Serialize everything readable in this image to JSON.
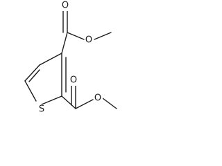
{
  "molecule": {
    "atoms": {
      "sulfur": "S",
      "oxygen_top_carbonyl": "O",
      "oxygen_top_ester": "O",
      "oxygen_bottom_carbonyl": "O",
      "oxygen_bottom_ester": "O"
    }
  }
}
